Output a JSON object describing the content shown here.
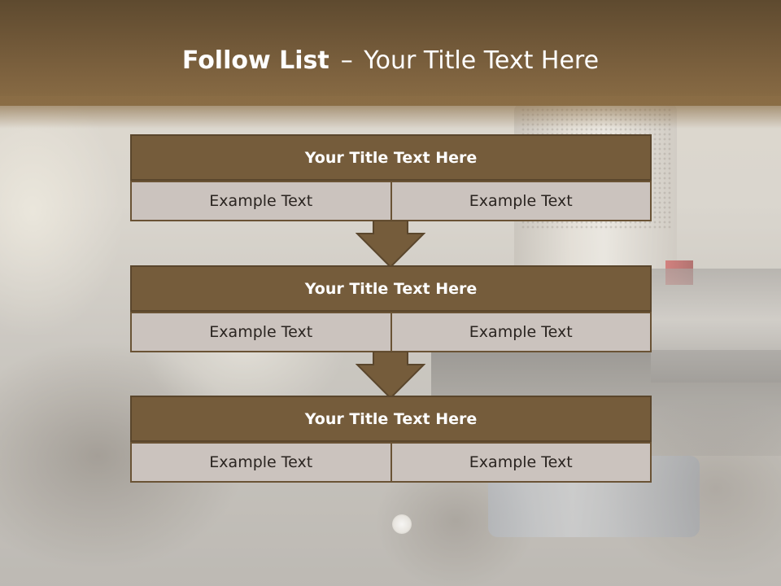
{
  "slide": {
    "title_bold": "Follow List",
    "title_separator": "–",
    "title_rest": "Your Title Text Here"
  },
  "steps": [
    {
      "title": "Your Title Text Here",
      "left_text": "Example Text",
      "right_text": "Example Text"
    },
    {
      "title": "Your Title Text Here",
      "left_text": "Example Text",
      "right_text": "Example Text"
    },
    {
      "title": "Your Title Text Here",
      "left_text": "Example Text",
      "right_text": "Example Text"
    }
  ],
  "colors": {
    "title_band": "#7a5f3d",
    "header_fill": "#755c3b",
    "cell_fill": "#cbc3be",
    "arrow_fill": "#755c3b",
    "text_light": "#ffffff",
    "text_dark": "#2a2420"
  }
}
